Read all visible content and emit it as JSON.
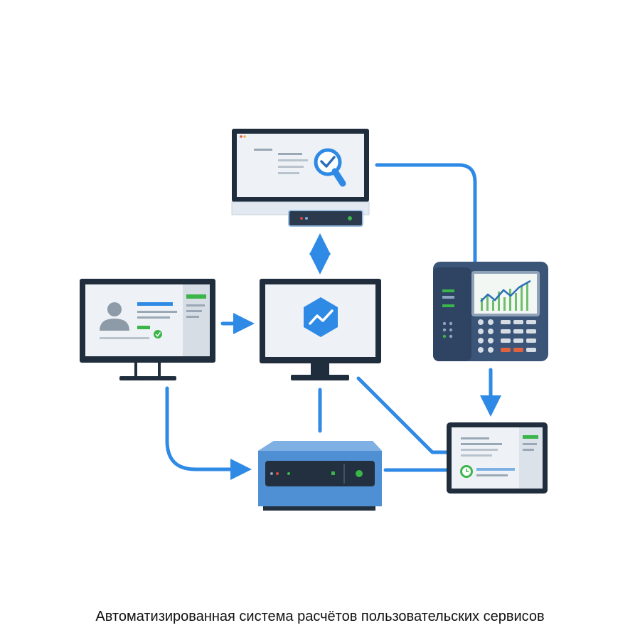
{
  "caption": "Автоматизированная система расчётов пользовательских сервисов",
  "nodes": [
    {
      "id": "monitor-top",
      "icon": "magnifier-check-icon",
      "role": "review-terminal"
    },
    {
      "id": "monitor-left",
      "icon": "user-profile-icon",
      "role": "client-terminal"
    },
    {
      "id": "monitor-center",
      "icon": "hexagon-chart-icon",
      "role": "billing-core"
    },
    {
      "id": "pos-terminal",
      "icon": "line-chart-icon",
      "role": "payment-terminal"
    },
    {
      "id": "server",
      "icon": "server-box-icon",
      "role": "server"
    },
    {
      "id": "tablet",
      "icon": "clock-icon",
      "role": "report-tablet"
    }
  ],
  "edges": [
    {
      "from": "monitor-top",
      "to": "monitor-center",
      "direction": "both"
    },
    {
      "from": "monitor-left",
      "to": "monitor-center",
      "direction": "forward"
    },
    {
      "from": "monitor-top",
      "to": "pos-terminal",
      "direction": "none"
    },
    {
      "from": "pos-terminal",
      "to": "tablet",
      "direction": "forward"
    },
    {
      "from": "monitor-left",
      "to": "server",
      "direction": "forward"
    },
    {
      "from": "monitor-center",
      "to": "server",
      "direction": "none"
    },
    {
      "from": "monitor-center",
      "to": "tablet",
      "direction": "none"
    },
    {
      "from": "server",
      "to": "tablet",
      "direction": "none"
    }
  ],
  "colors": {
    "connector": "#2f8ae6",
    "frame": "#1f2d3d",
    "screen": "#eef2f6",
    "accent": "#2f8ae6",
    "green": "#3bb54a",
    "server_body": "#4f8fd4",
    "terminal_body": "#3b5578"
  }
}
